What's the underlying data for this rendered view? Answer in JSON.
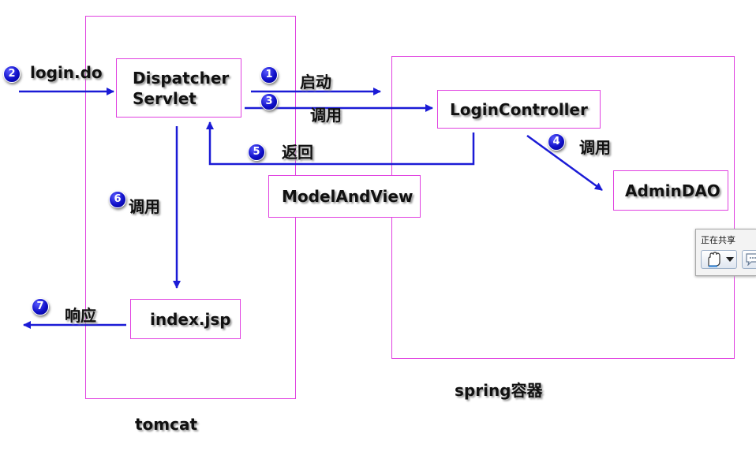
{
  "containers": {
    "tomcat_label": "tomcat",
    "spring_label": "spring容器"
  },
  "nodes": {
    "dispatcher_servlet": "Dispatcher\nServlet",
    "login_controller": "LoginController",
    "admin_dao": "AdminDAO",
    "model_and_view": "ModelAndView",
    "index_jsp": "index.jsp"
  },
  "steps": [
    {
      "number": "1",
      "label": "启动"
    },
    {
      "number": "2",
      "label": "login.do"
    },
    {
      "number": "3",
      "label": "调用"
    },
    {
      "number": "4",
      "label": "调用"
    },
    {
      "number": "5",
      "label": "返回"
    },
    {
      "number": "6",
      "label": "调用"
    },
    {
      "number": "7",
      "label": "响应"
    }
  ],
  "toolbar": {
    "title": "正在共享",
    "hand_icon": "hand-icon",
    "dropdown_icon": "chevron-down-icon",
    "comment_icon": "comment-icon"
  },
  "colors": {
    "arrow": "#1b1bd6",
    "border": "#e040e0",
    "badge": "#1010c8"
  }
}
